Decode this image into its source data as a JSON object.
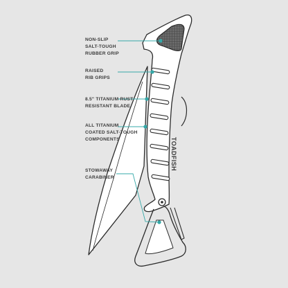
{
  "callouts": [
    {
      "id": "grip",
      "lines": [
        "NON-SLIP",
        "SALT-TOUGH",
        "RUBBER GRIP"
      ]
    },
    {
      "id": "ribs",
      "lines": [
        "RAISED",
        "RIB GRIPS"
      ]
    },
    {
      "id": "blade",
      "lines": [
        "8.5\" TITANIUM RUST",
        "RESISTANT BLADE"
      ]
    },
    {
      "id": "components",
      "lines": [
        "ALL TITANIUM",
        "COATED SALT-TOUGH",
        "COMPONENTS"
      ]
    },
    {
      "id": "carabiner",
      "lines": [
        "STOWAWAY",
        "CARABINER"
      ]
    }
  ],
  "brand": {
    "name": "TOADFISH",
    "icon": "toadfish-logo-icon"
  },
  "colors": {
    "background": "#e6e6e6",
    "outline": "#2b2b2b",
    "accent": "#35a8a8",
    "text": "#3a3a3a"
  }
}
